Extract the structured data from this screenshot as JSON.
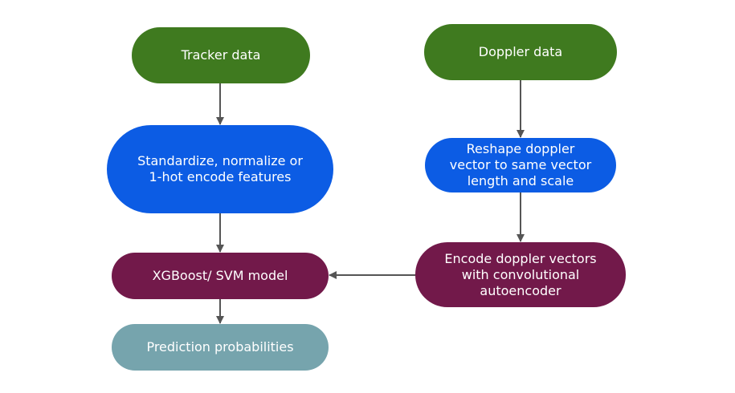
{
  "colors": {
    "green": "#3f7a1f",
    "blue": "#0c5ce4",
    "maroon": "#72194a",
    "teal": "#76a4ad",
    "text": "#ffffff",
    "arrow": "#555555"
  },
  "nodes": {
    "tracker": {
      "label": "Tracker  data",
      "color": "green"
    },
    "doppler": {
      "label": "Doppler data",
      "color": "green"
    },
    "standardize": {
      "label": "Standardize, normalize or\n1-hot encode features",
      "color": "blue"
    },
    "reshape": {
      "label": "Reshape doppler\nvector to same vector\nlength and scale",
      "color": "blue"
    },
    "model": {
      "label": "XGBoost/ SVM model",
      "color": "maroon"
    },
    "encode": {
      "label": "Encode doppler vectors\nwith convolutional\nautoencoder",
      "color": "maroon"
    },
    "prediction": {
      "label": "Prediction probabilities",
      "color": "teal"
    }
  },
  "edges": [
    {
      "from": "tracker",
      "to": "standardize"
    },
    {
      "from": "standardize",
      "to": "model"
    },
    {
      "from": "model",
      "to": "prediction"
    },
    {
      "from": "doppler",
      "to": "reshape"
    },
    {
      "from": "reshape",
      "to": "encode"
    },
    {
      "from": "encode",
      "to": "model"
    }
  ]
}
